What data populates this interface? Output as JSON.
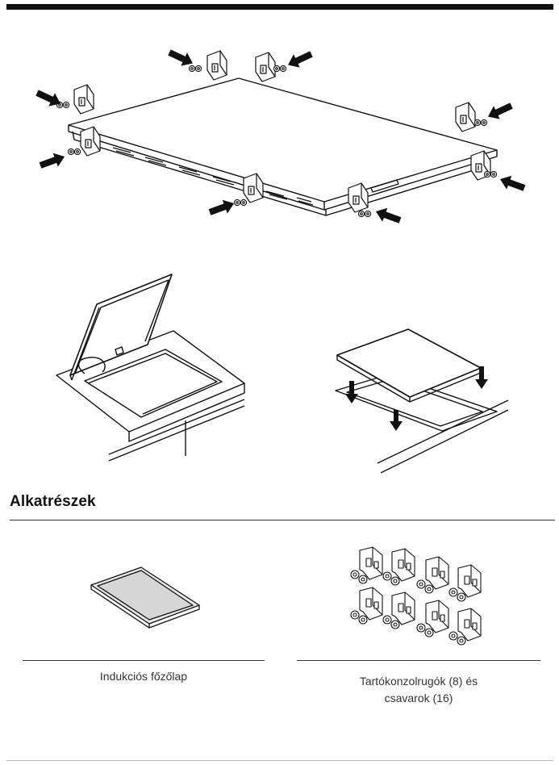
{
  "section": {
    "title": "Alkatrészek"
  },
  "parts": [
    {
      "caption": "Indukciós főzőlap",
      "icon": "cooktop-icon"
    },
    {
      "caption": "Tartókonzolrugók (8) és\ncsavarok (16)",
      "icon": "bracket-springs-icon"
    }
  ],
  "figures": [
    {
      "icon": "cooktop-bracket-mounting-diagram"
    },
    {
      "icon": "cooktop-lift-into-cutout-diagram"
    },
    {
      "icon": "cooktop-lower-into-cutout-diagram"
    }
  ]
}
